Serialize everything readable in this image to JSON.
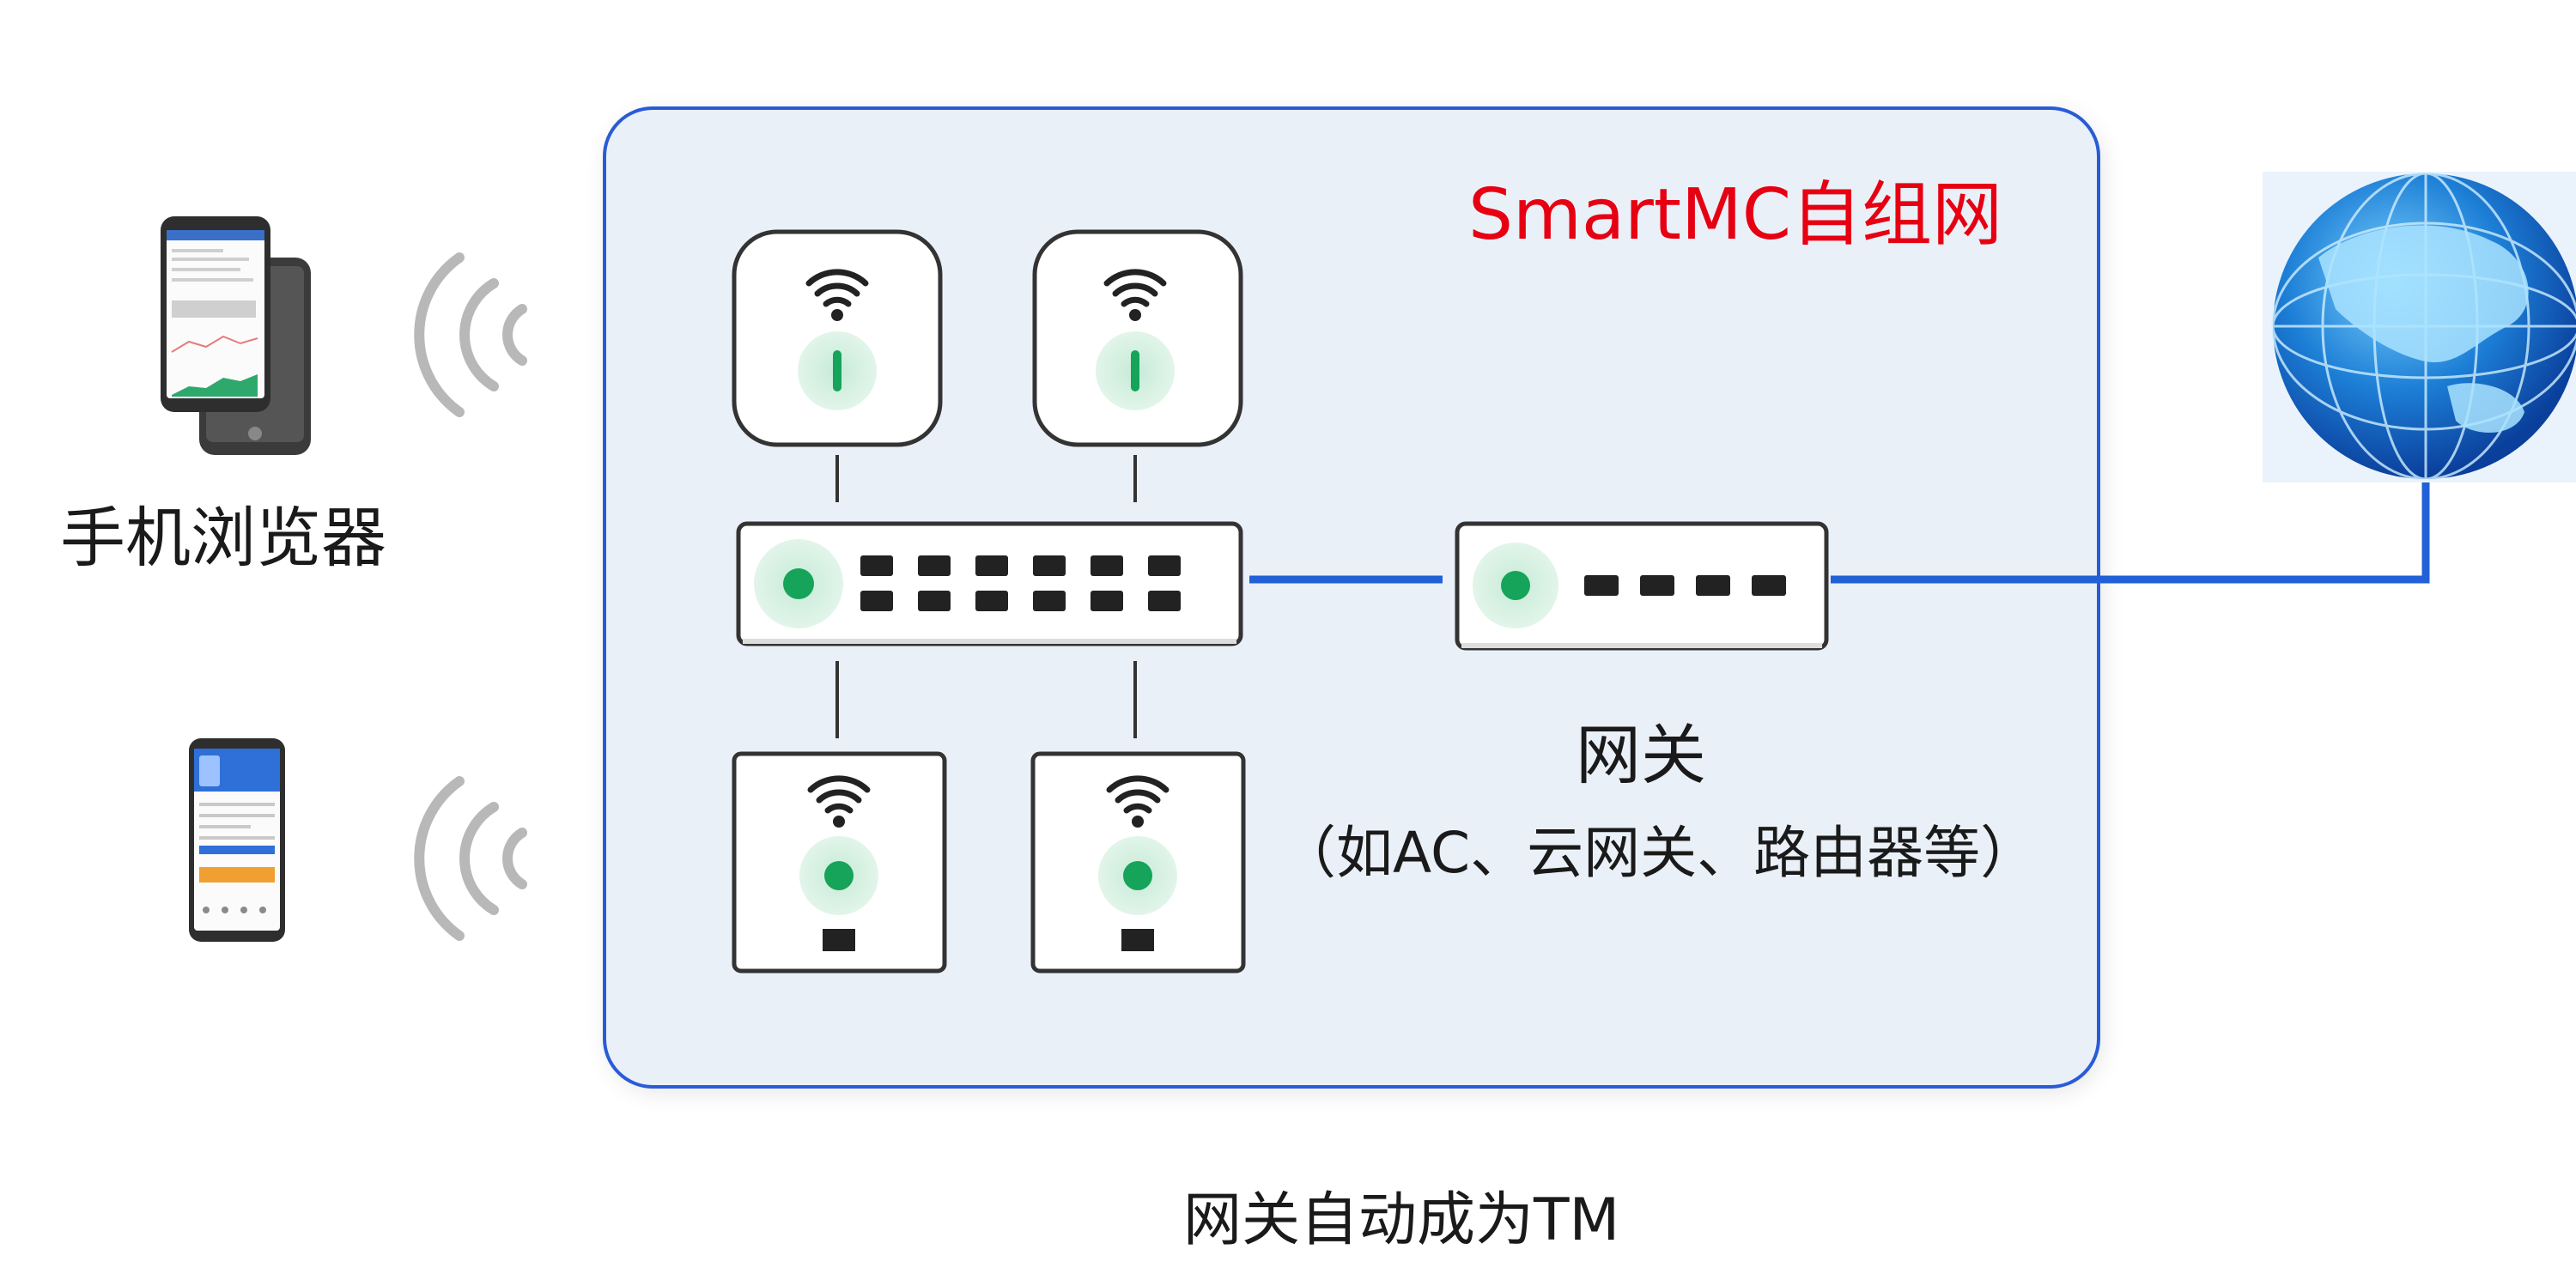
{
  "network": {
    "title": "SmartMC自组网",
    "title_color": "#e60012",
    "frame_color": "#2a5bd7",
    "frame_fill": "#eaf0f8"
  },
  "client": {
    "label": "手机浏览器"
  },
  "gateway": {
    "label": "网关",
    "examples": "（如AC、云网关、路由器等）"
  },
  "caption": "网关自动成为TM",
  "colors": {
    "link": "#2160d6",
    "status_led": "#16a35a",
    "device_stroke": "#333333",
    "signal_arc": "#b8b8b8"
  },
  "icons": {
    "phone_large": "smartphone-icon",
    "phone_small": "smartphone-icon",
    "wireless_signal": "wifi-signal-icon",
    "access_point": "wireless-access-point-icon",
    "switch": "network-switch-icon",
    "gateway": "gateway-router-icon",
    "internet": "globe-icon"
  }
}
